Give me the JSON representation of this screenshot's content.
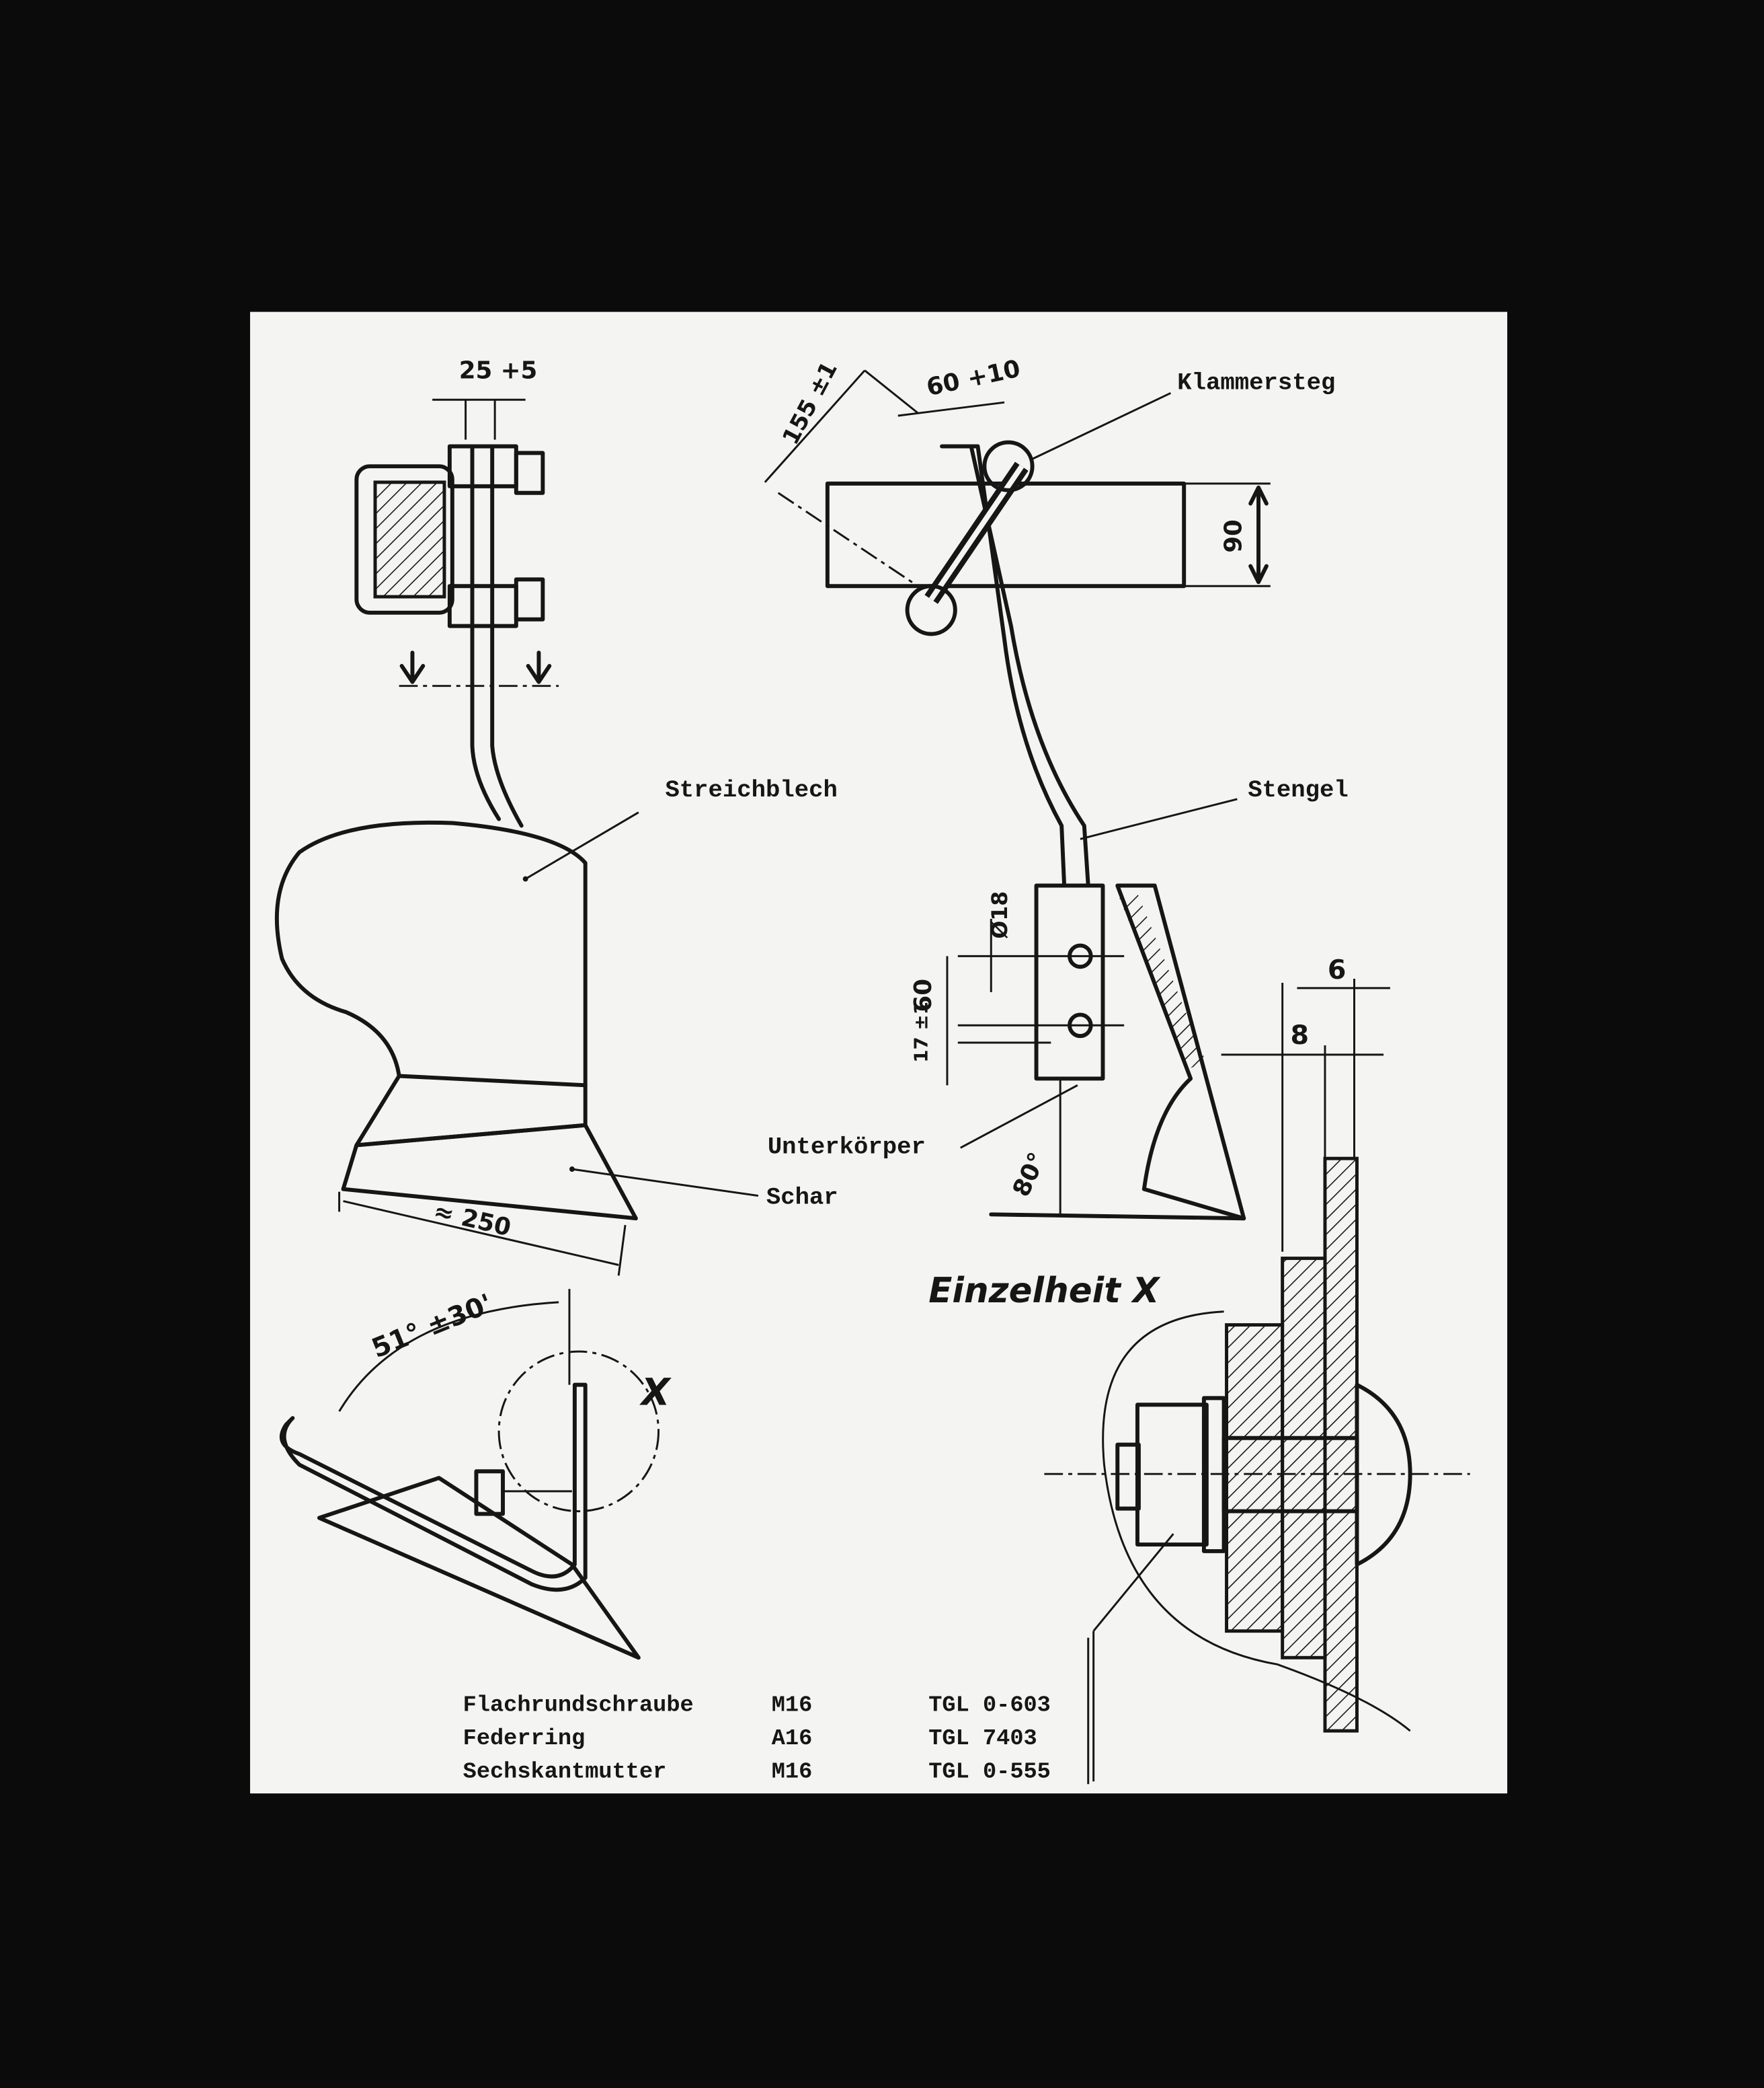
{
  "labels": {
    "klammersteg": "Klammersteg",
    "streichblech": "Streichblech",
    "stengel": "Stengel",
    "unterkoerper": "Unterkörper",
    "schar": "Schar",
    "einzelheit": "Einzelheit X",
    "detail_marker": "X"
  },
  "dimensions": {
    "top_left_width": "25 +5",
    "top_right_width": "60 +10",
    "diagonal": "155 ±1",
    "beam_height": "90",
    "hole_diameter": "Ø18",
    "hole_spacing": "60",
    "hole_offset": "17 ±1",
    "angle_body": "80°",
    "share_length": "≈ 250",
    "angle_side": "51° ±30'",
    "detail_6": "6",
    "detail_8": "8"
  },
  "parts_list": [
    {
      "name": "Flachrundschraube",
      "size": "M16",
      "standard": "TGL 0-603"
    },
    {
      "name": "Federring",
      "size": "A16",
      "standard": "TGL 7403"
    },
    {
      "name": "Sechskantmutter",
      "size": "M16",
      "standard": "TGL 0-555"
    }
  ],
  "colors": {
    "frame": "#0b0b0b",
    "paper": "#f4f4f2",
    "ink": "#161616"
  }
}
